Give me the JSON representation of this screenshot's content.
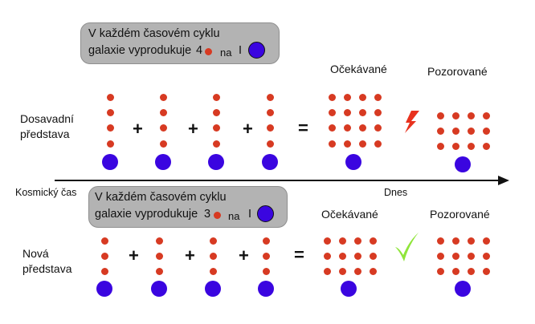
{
  "colors": {
    "dot": "#d73a22",
    "ball": "#3a05e0",
    "box": "#b3b3b3",
    "lightning": "#e8321e",
    "check": "#8fe53a"
  },
  "top": {
    "box_line1": "V každém časovém cyklu",
    "box_line2": "galaxie vyprodukuje",
    "box_count": "4",
    "box_na": "na",
    "box_one": "I",
    "label": "Dosavadní\npředstava",
    "expected": "Očekávané",
    "observed": "Pozorované",
    "plus": "+",
    "equals": "="
  },
  "axis": {
    "left_label": "Kosmický čas",
    "right_label": "Dnes"
  },
  "bottom": {
    "box_line1": "V každém časovém cyklu",
    "box_line2": "galaxie vyprodukuje",
    "box_count": "3",
    "box_na": "na",
    "box_one": "I",
    "label": "Nová\npředstava",
    "expected": "Očekávané",
    "observed": "Pozorované",
    "plus": "+",
    "equals": "="
  },
  "icons": {
    "mismatch": "lightning-icon",
    "match": "checkmark-icon"
  }
}
